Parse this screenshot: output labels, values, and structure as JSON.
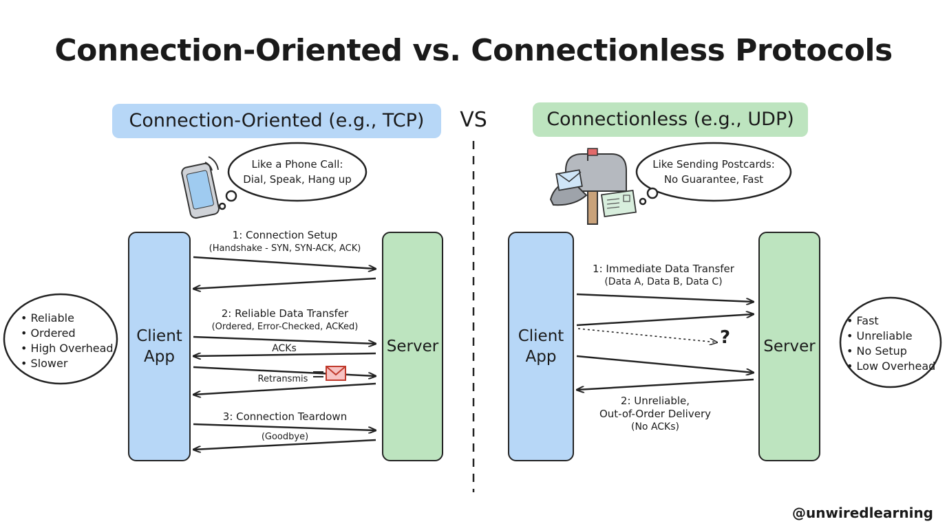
{
  "title": "Connection-Oriented vs. Connectionless Protocols",
  "vs": "VS",
  "tcp": {
    "heading": "Connection-Oriented (e.g., TCP)",
    "analogy_line1": "Like a Phone Call:",
    "analogy_line2": "Dial, Speak, Hang up",
    "client": [
      "Client",
      "App"
    ],
    "server": "Server",
    "step1_line1": "1: Connection Setup",
    "step1_line2": "(Handshake - SYN, SYN-ACK, ACK)",
    "step2_line1": "2: Reliable Data Transfer",
    "step2_line2": "(Ordered, Error-Checked, ACKed)",
    "acks": "ACKs",
    "retransmis": "Retransmis",
    "step3_line1": "3: Connection Teardown",
    "step3_line2": "(Goodbye)",
    "traits": [
      "Reliable",
      "Ordered",
      "High Overhead",
      "Slower"
    ]
  },
  "udp": {
    "heading": "Connectionless (e.g., UDP)",
    "analogy_line1": "Like Sending Postcards:",
    "analogy_line2": "No Guarantee, Fast",
    "client": [
      "Client",
      "App"
    ],
    "server": "Server",
    "step1_line1": "1: Immediate Data Transfer",
    "step1_line2": "(Data A, Data B, Data C)",
    "lost_mark": "?",
    "step2_line1": "2: Unreliable,",
    "step2_line2": "Out-of-Order Delivery",
    "step2_line3": "(No ACKs)",
    "traits": [
      "Fast",
      "Unreliable",
      "No Setup",
      "Low Overhead"
    ]
  },
  "handle": "@unwiredlearning",
  "colors": {
    "client_blue": "#b7d7f7",
    "server_green": "#bde4bf",
    "ink": "#222222",
    "envelope_red": "#e26a6a"
  },
  "icons": [
    "smartphone-icon",
    "mailbox-icon",
    "envelope-icon",
    "postcard-icon"
  ]
}
